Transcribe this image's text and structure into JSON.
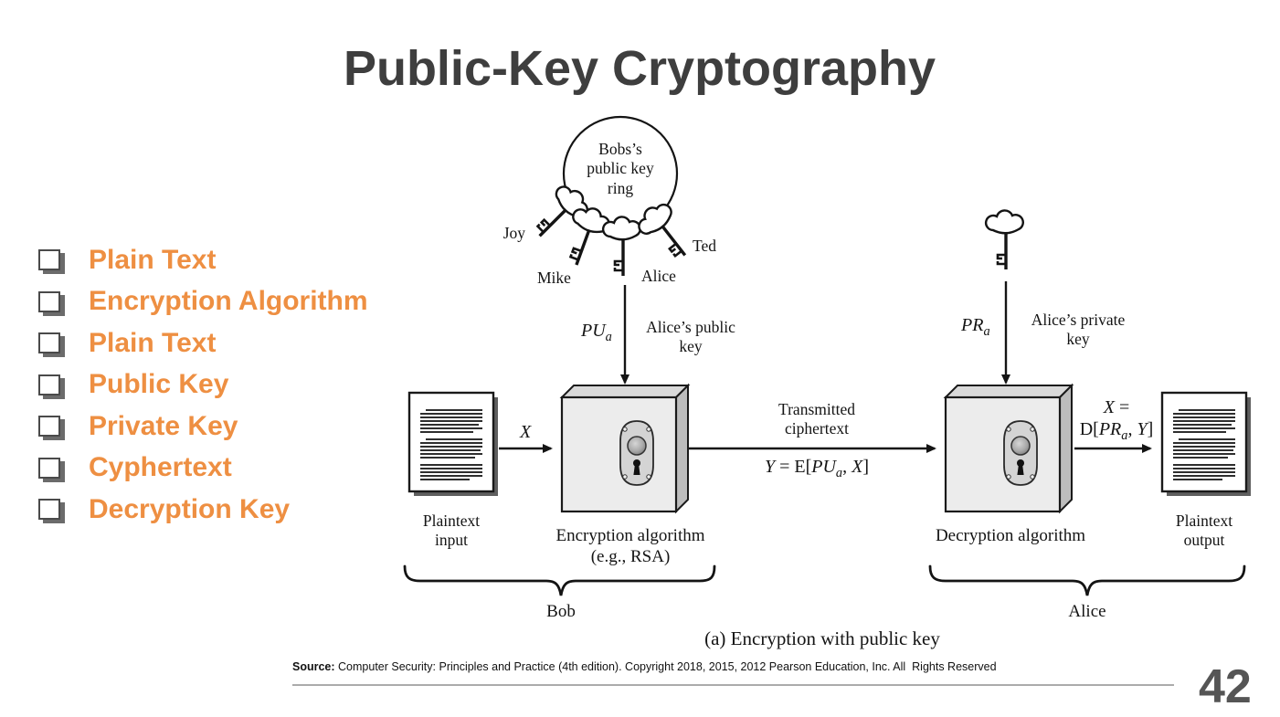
{
  "slide": {
    "title": "Public-Key Cryptography",
    "page_number": "42",
    "source_label": "Source:",
    "source_text": " Computer Security: Principles and Practice (4th edition). Copyright 2018, 2015, 2012 Pearson Education, Inc. All  Rights Reserved",
    "colors": {
      "accent_orange": "#ee8f42",
      "title_gray": "#3e3e3e",
      "page_number_gray": "#555555"
    }
  },
  "bullets": {
    "items": [
      {
        "label": "Plain Text"
      },
      {
        "label": "Encryption Algorithm"
      },
      {
        "label": "Plain Text"
      },
      {
        "label": "Public Key"
      },
      {
        "label": "Private Key"
      },
      {
        "label": "Cyphertext"
      },
      {
        "label": "Decryption Key"
      }
    ]
  },
  "diagram": {
    "caption": "(a) Encryption with public key",
    "key_ring": {
      "line1": "Bobs’s",
      "line2": "public key",
      "line3": "ring",
      "key_joy": "Joy",
      "key_mike": "Mike",
      "key_alice": "Alice",
      "key_ted": "Ted"
    },
    "public_key": {
      "sym": "PU",
      "sub": "a",
      "label_line1": "Alice’s public",
      "label_line2": "key"
    },
    "private_key": {
      "sym": "PR",
      "sub": "a",
      "label_line1": "Alice’s private",
      "label_line2": "key"
    },
    "plaintext_input": {
      "line1": "Plaintext",
      "line2": "input"
    },
    "plaintext_output": {
      "line1": "Plaintext",
      "line2": "output"
    },
    "x_label": "X",
    "encryption_box": {
      "line1": "Encryption algorithm",
      "line2": "(e.g., RSA)"
    },
    "decryption_box": {
      "label": "Decryption algorithm"
    },
    "transmitted": {
      "line1": "Transmitted",
      "line2": "ciphertext"
    },
    "eq_cipher": {
      "p1": "Y",
      "p2": " = E[",
      "p3": "PU",
      "p4": "a",
      "p5": ", ",
      "p6": "X",
      "p7": "]"
    },
    "eq_plain": {
      "l1a": "X",
      "l1b": " =",
      "p1": "D[",
      "p2": "PR",
      "p3": "a",
      "p4": ", ",
      "p5": "Y",
      "p6": "]"
    },
    "bob_label": "Bob",
    "alice_label": "Alice"
  }
}
